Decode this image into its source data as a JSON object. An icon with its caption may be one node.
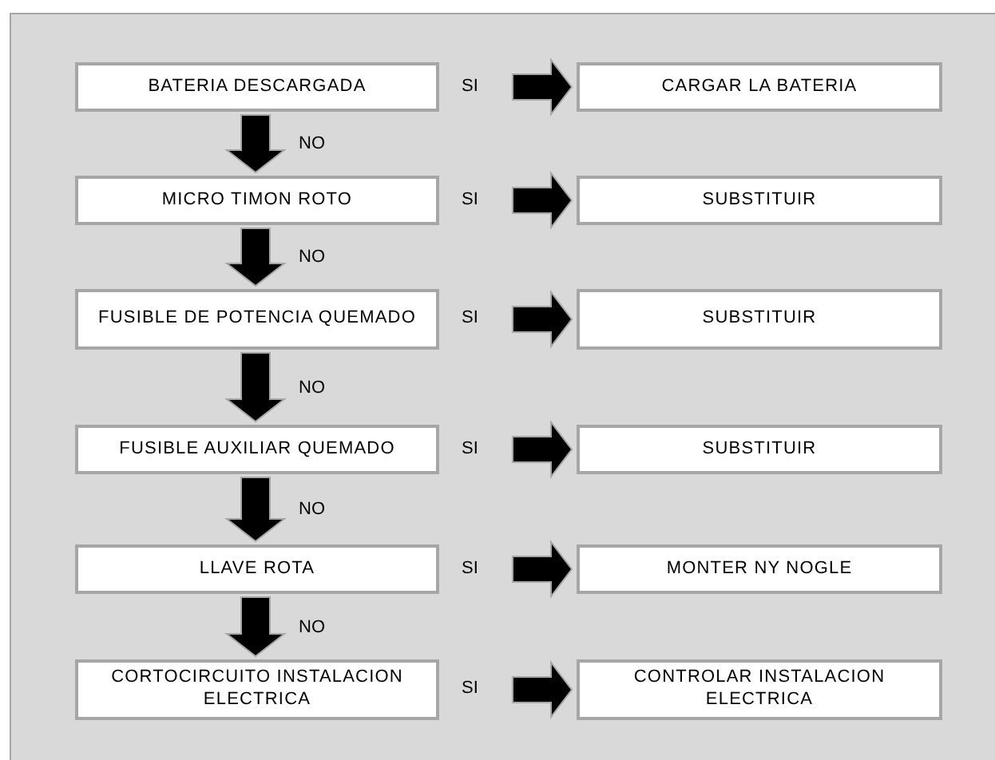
{
  "diagram": {
    "nodes": [
      {
        "text": [
          "BATERIA DESCARGADA"
        ]
      },
      {
        "text": [
          "CARGAR LA BATERIA"
        ]
      },
      {
        "text": [
          "MICRO TIMON ROTO"
        ]
      },
      {
        "text": [
          "SUBSTITUIR"
        ]
      },
      {
        "text": [
          "FUSIBLE DE POTENCIA QUEMADO"
        ]
      },
      {
        "text": [
          "SUBSTITUIR"
        ]
      },
      {
        "text": [
          "FUSIBLE AUXILIAR QUEMADO"
        ]
      },
      {
        "text": [
          "SUBSTITUIR"
        ]
      },
      {
        "text": [
          "LLAVE ROTA"
        ]
      },
      {
        "text": [
          "MONTER NY NOGLE"
        ]
      },
      {
        "text": [
          "CORTOCIRCUITO INSTALACION ELECTRICA"
        ]
      },
      {
        "text": [
          "CONTROLAR INSTALACION ELECTRICA"
        ]
      }
    ],
    "edges": [
      {
        "from": 0,
        "to": 1,
        "arrow": "to",
        "label": "SI"
      },
      {
        "from": 0,
        "to": 2,
        "arrow": "to",
        "label": "NO"
      },
      {
        "from": 2,
        "to": 3,
        "arrow": "to",
        "label": "SI"
      },
      {
        "from": 2,
        "to": 4,
        "arrow": "to",
        "label": "NO"
      },
      {
        "from": 4,
        "to": 5,
        "arrow": "to",
        "label": "SI"
      },
      {
        "from": 4,
        "to": 6,
        "arrow": "to",
        "label": "NO"
      },
      {
        "from": 6,
        "to": 7,
        "arrow": "to",
        "label": "SI"
      },
      {
        "from": 6,
        "to": 8,
        "arrow": "to",
        "label": "NO"
      },
      {
        "from": 8,
        "to": 9,
        "arrow": "to",
        "label": "SI"
      },
      {
        "from": 8,
        "to": 10,
        "arrow": "to",
        "label": "NO"
      },
      {
        "from": 10,
        "to": 11,
        "arrow": "to",
        "label": "SI"
      }
    ]
  }
}
